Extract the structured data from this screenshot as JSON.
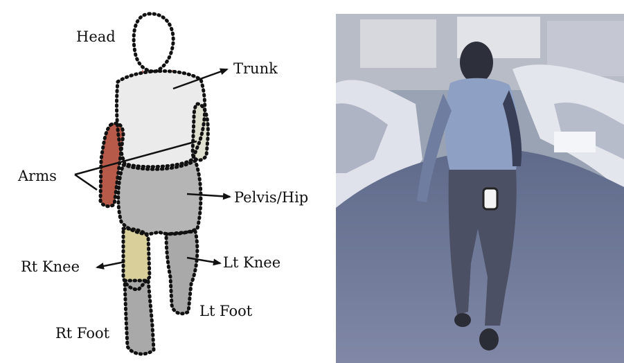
{
  "labels": {
    "head": "Head",
    "trunk": "Trunk",
    "arms": "Arms",
    "pelvis_hip": "Pelvis/Hip",
    "rt_knee": "Rt Knee",
    "lt_knee": "Lt Knee",
    "lt_foot": "Lt Foot",
    "rt_foot": "Rt Foot"
  },
  "colors": {
    "head": "#ffffff",
    "neck": "#c9746c",
    "trunk": "#ebebeb",
    "arm_left": "#b85a4a",
    "arm_right": "#e0e0d0",
    "pelvis": "#b5b5b5",
    "knee_right": "#d8cf9a",
    "legs": "#a9a9a9",
    "road": "#6f7a9a",
    "photo_background": "#9aa3b3"
  }
}
